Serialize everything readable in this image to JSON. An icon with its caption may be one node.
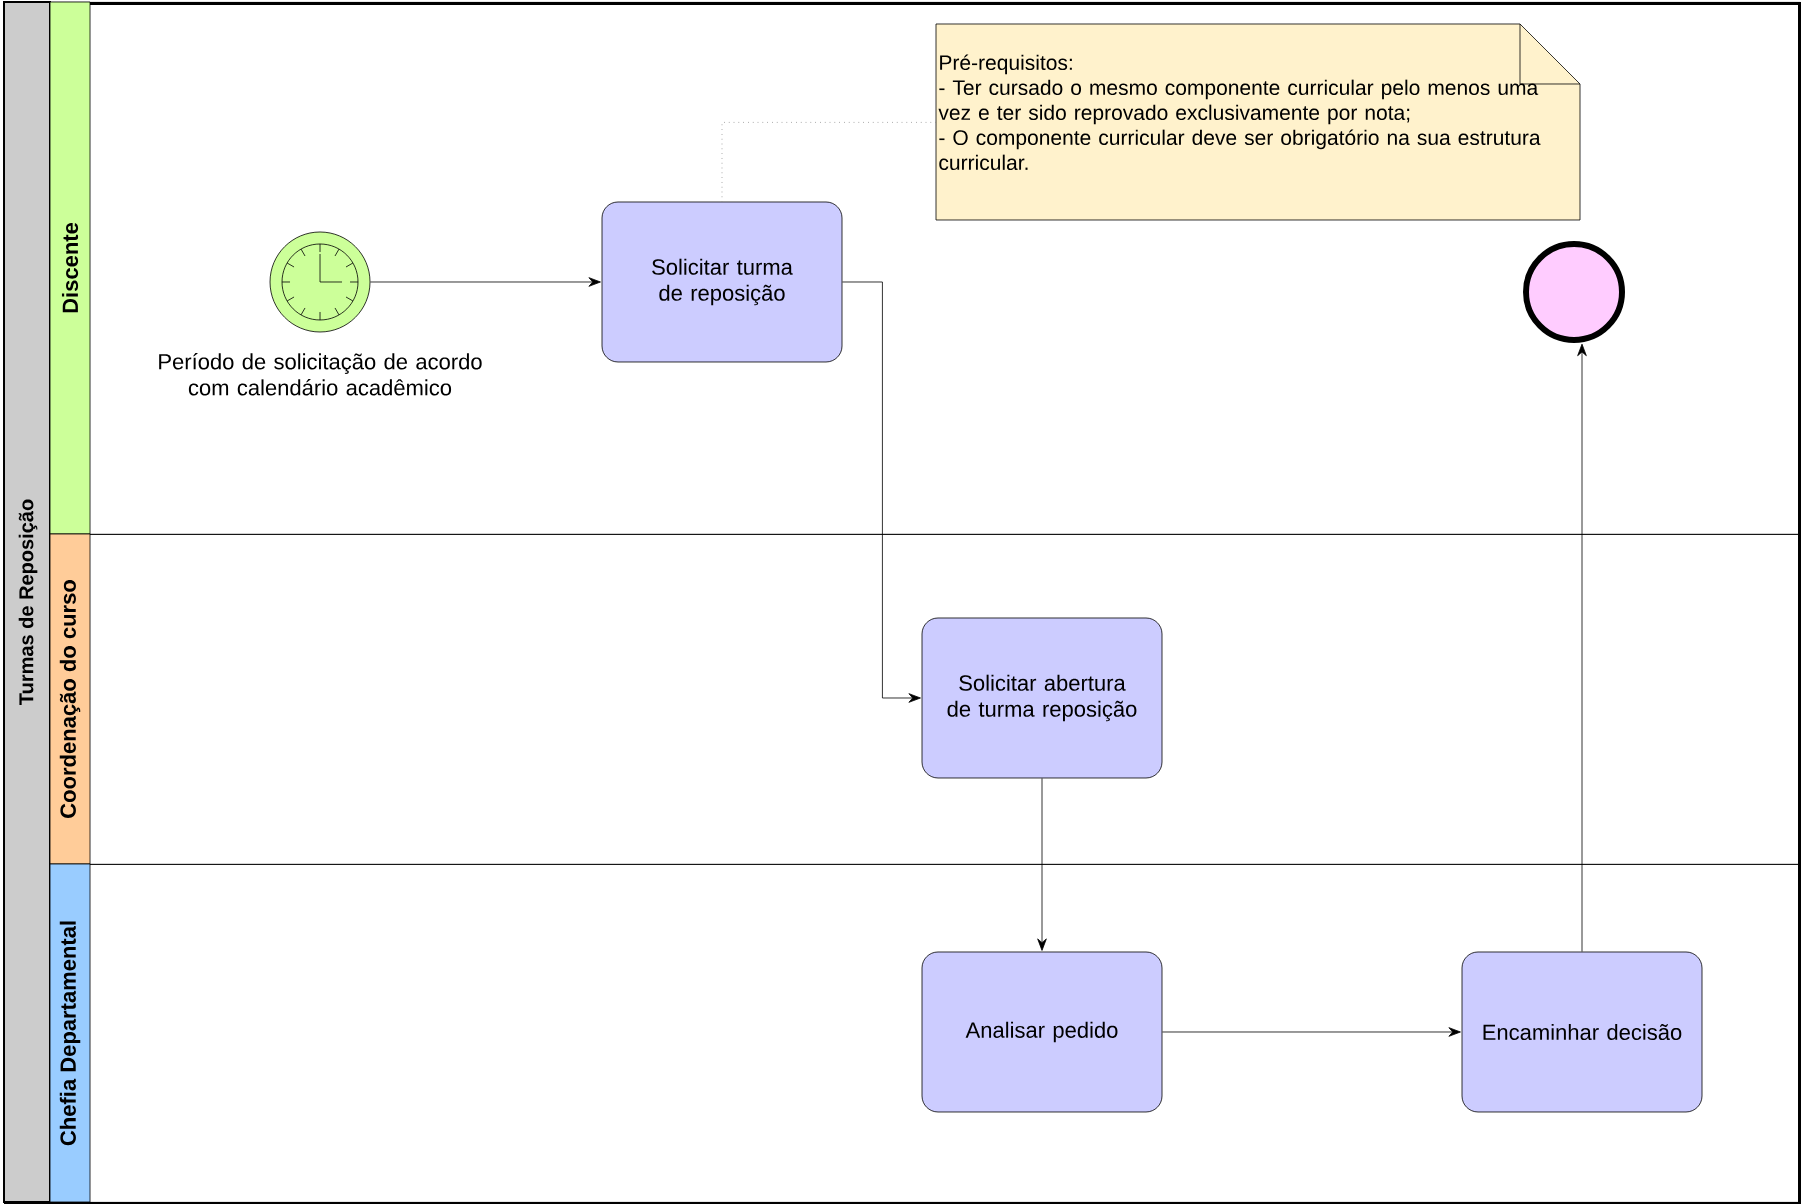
{
  "diagram": {
    "nodes": [
      {
        "text": [
          "Turmas de Reposição"
        ]
      },
      {
        "text": [
          "Discente"
        ],
        "in": 0
      },
      {
        "text": [
          "Coordenação do curso"
        ],
        "in": 0
      },
      {
        "text": [
          "Chefia Departamental"
        ],
        "in": 0
      },
      {
        "text": [],
        "shape": "circle",
        "in": 1,
        "beside": [
          "Período de solicitação de acordo com calendário acadêmico"
        ]
      },
      {
        "text": [
          "Solicitar turma de reposição"
        ],
        "in": 1
      },
      {
        "text": [
          "Pré-requisitos:",
          "-  Ter cursado o mesmo componente curricular pelo menos uma vez e ter sido reprovado exclusivamente por nota;",
          "- O componente curricular deve ser obrigatório na sua estrutura curricular."
        ],
        "in": 1
      },
      {
        "text": [],
        "shape": "circle",
        "in": 1
      },
      {
        "text": [
          "Solicitar abertura de turma reposição"
        ],
        "in": 2
      },
      {
        "text": [
          "Analisar pedido"
        ],
        "in": 3
      },
      {
        "text": [
          "Encaminhar decisão"
        ],
        "in": 3
      }
    ],
    "edges": [
      {
        "from": 4,
        "to": 5,
        "arrow": "to"
      },
      {
        "from": 5,
        "to": 8,
        "arrow": "to"
      },
      {
        "from": 8,
        "to": 9,
        "arrow": "to"
      },
      {
        "from": 9,
        "to": 10,
        "arrow": "to"
      },
      {
        "from": 10,
        "to": 7,
        "arrow": "to"
      },
      {
        "from": 6,
        "to": 5,
        "arrow": "none",
        "style": "dashed",
        "color": "#808080"
      }
    ]
  }
}
